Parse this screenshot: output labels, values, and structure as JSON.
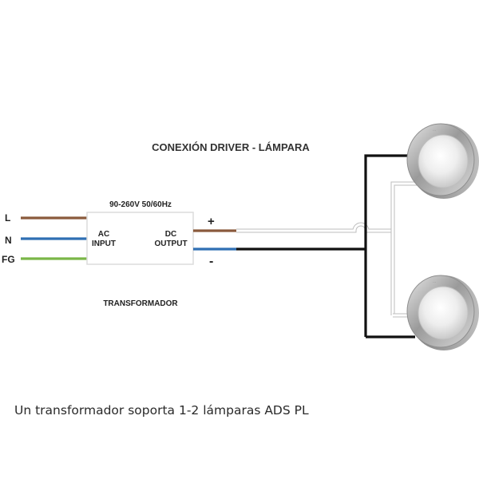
{
  "diagram": {
    "title": "CONEXIÓN DRIVER - LÁMPARA",
    "input_spec": "90-260V 50/60Hz",
    "inputs": [
      {
        "label": "L",
        "color": "#8a5a3c"
      },
      {
        "label": "N",
        "color": "#2f6fb3"
      },
      {
        "label": "FG",
        "color": "#7ab648"
      }
    ],
    "driver": {
      "ac_line1": "AC",
      "ac_line2": "INPUT",
      "dc_line1": "DC",
      "dc_line2": "OUTPUT"
    },
    "outputs": {
      "positive": "+",
      "negative": "-",
      "positive_color": "#8a5a3c",
      "negative_color": "#2f6fb3"
    },
    "transformer_label": "TRANSFORMADOR",
    "lamp_count": 2
  },
  "caption": "Un transformador soporta 1-2 lámparas ADS PL"
}
